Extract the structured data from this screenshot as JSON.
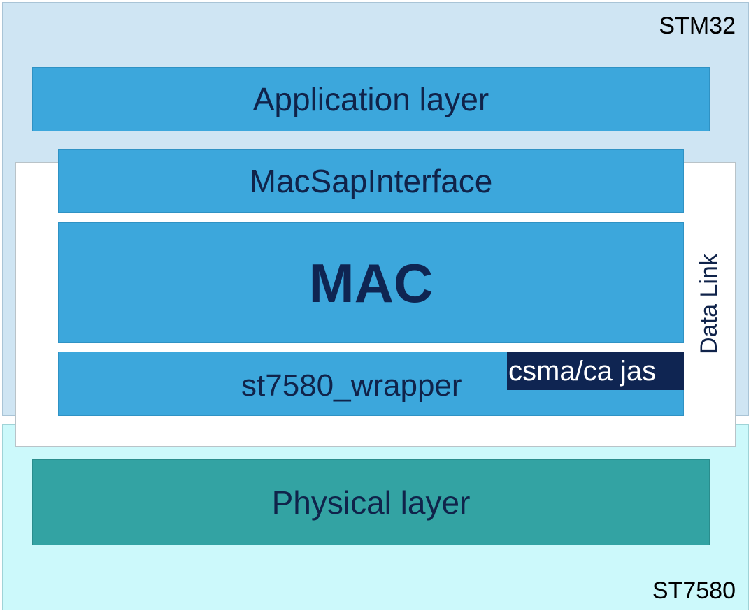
{
  "regions": {
    "stm32": "STM32",
    "st7580": "ST7580",
    "data_link": "Data Link"
  },
  "layers": {
    "application": "Application layer",
    "mac_sap_interface": "MacSapInterface",
    "mac": "MAC",
    "st7580_wrapper": "st7580_wrapper",
    "csma_ca": "csma/ca jas",
    "physical": "Physical layer"
  },
  "colors": {
    "stm32_bg": "#cfe5f3",
    "st7580_bg": "#ccf9fb",
    "layer_blue": "#3ca7dc",
    "physical_teal": "#33a3a3",
    "dark_navy": "#0f2552"
  }
}
